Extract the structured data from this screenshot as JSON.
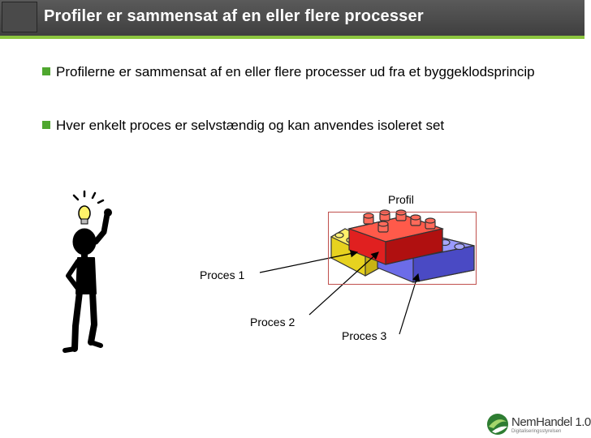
{
  "slide": {
    "title": "Profiler er sammensat af en eller flere processer",
    "bullets": [
      "Profilerne er sammensat af en eller flere processer ud fra et byggeklodsprincip",
      "Hver enkelt proces er selvstændig og kan anvendes isoleret set"
    ]
  },
  "diagram": {
    "profil_label": "Profil",
    "proces1_label": "Proces 1",
    "proces2_label": "Proces 2",
    "proces3_label": "Proces 3"
  },
  "logo": {
    "name": "NemHandel 1.0",
    "tagline": "Digitaliseringsstyrelsen"
  },
  "colors": {
    "title_bg": "#4a4a4a",
    "accent_green": "#8cc63f",
    "bullet_green": "#4fa72f",
    "brick_red": "#e02020",
    "brick_yellow": "#f2e12a",
    "brick_blue": "#6a6ae6",
    "frame_red": "#c0504d"
  }
}
